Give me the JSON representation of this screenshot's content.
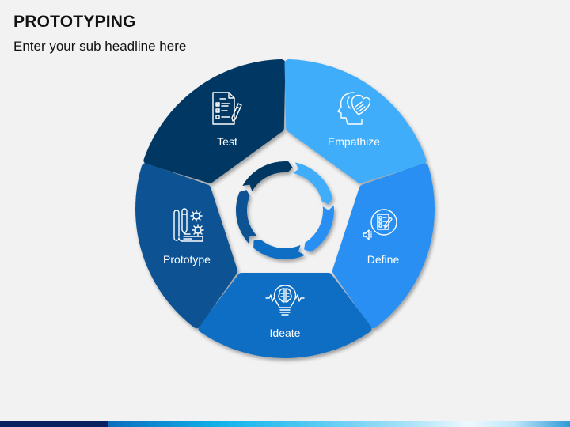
{
  "header": {
    "title": "PROTOTYPING",
    "subtitle": "Enter your sub headline here"
  },
  "segments": [
    {
      "id": "test",
      "label": "Test",
      "icon": "checklist-pencil-icon",
      "color": "#033763"
    },
    {
      "id": "empathize",
      "label": "Empathize",
      "icon": "head-heart-handshake-icon",
      "color": "#41adfa"
    },
    {
      "id": "define",
      "label": "Define",
      "icon": "document-checklist-speaker-icon",
      "color": "#2b8ff2"
    },
    {
      "id": "ideate",
      "label": "Ideate",
      "icon": "lightbulb-brain-icon",
      "color": "#0b6ec4"
    },
    {
      "id": "prototype",
      "label": "Prototype",
      "icon": "blueprint-pencil-gears-icon",
      "color": "#0a5394"
    }
  ],
  "center_cycle": {
    "icon": "circular-arrows-cycle-icon",
    "arrow_colors": [
      "#033763",
      "#41adfa",
      "#2b8ff2",
      "#0b6ec4",
      "#0a5394"
    ]
  },
  "footer_bar": {
    "colors": [
      "#0a2160",
      "#0a6cbc",
      "#12b4ea",
      "#a9e2f8",
      "#2f9ad8"
    ]
  }
}
